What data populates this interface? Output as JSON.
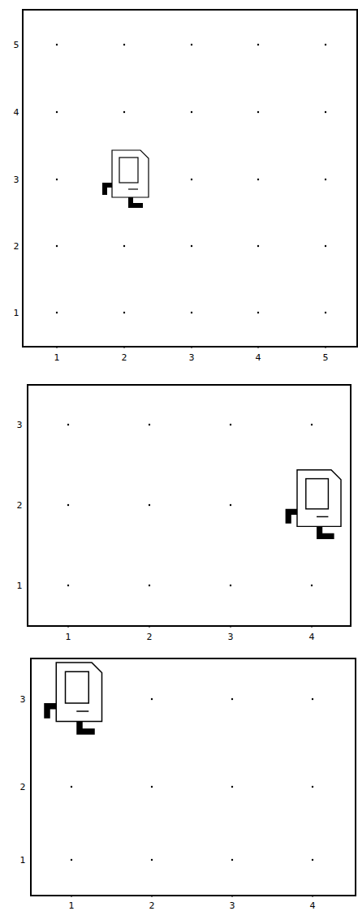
{
  "diagram": {
    "labels": [
      "5",
      "4",
      "3",
      "2",
      "1",
      "1",
      "2",
      "3",
      "4",
      "5",
      "3",
      "2",
      "1",
      "1",
      "2",
      "3",
      "4",
      "3",
      "2",
      "1",
      "1",
      "2",
      "3",
      "4"
    ]
  }
}
